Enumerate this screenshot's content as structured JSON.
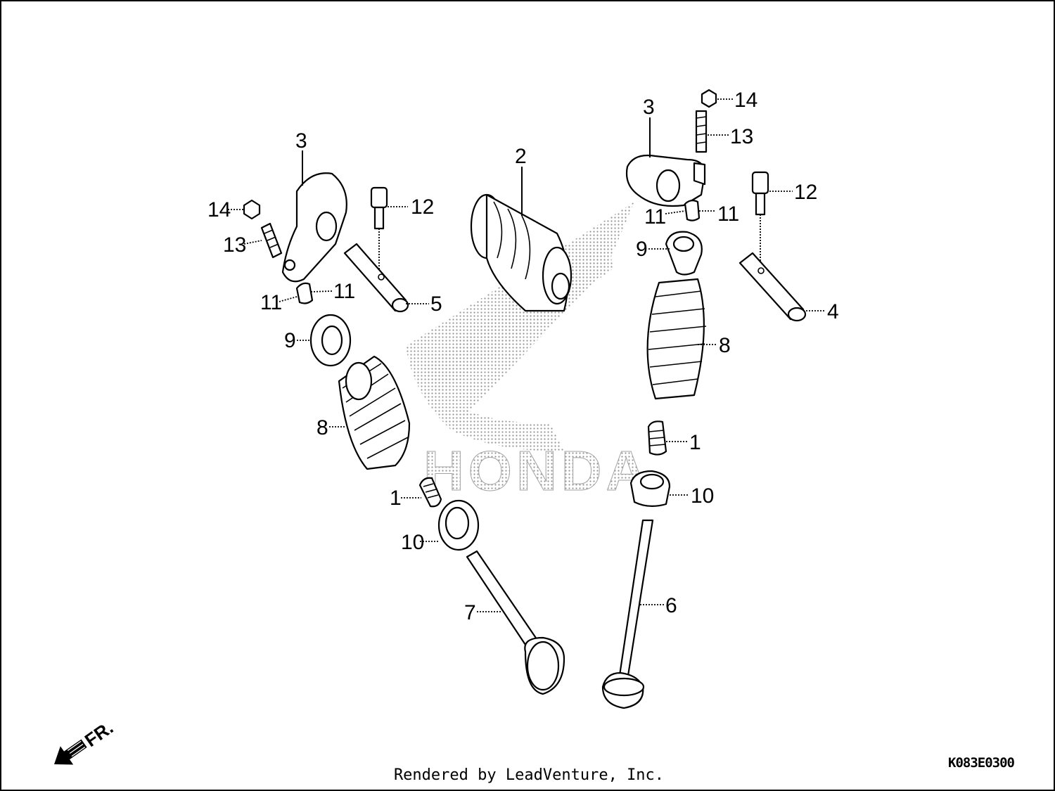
{
  "callouts": {
    "c1a": "1",
    "c1b": "1",
    "c2": "2",
    "c3a": "3",
    "c3b": "3",
    "c4": "4",
    "c5": "5",
    "c6": "6",
    "c7": "7",
    "c8a": "8",
    "c8b": "8",
    "c9a": "9",
    "c9b": "9",
    "c10a": "10",
    "c10b": "10",
    "c11a": "11",
    "c11b": "11",
    "c11c": "11",
    "c11d": "11",
    "c12a": "12",
    "c12b": "12",
    "c13a": "13",
    "c13b": "13",
    "c14a": "14",
    "c14b": "14"
  },
  "front_indicator": "FR.",
  "watermark_text": "HONDA",
  "footer": {
    "credit": "Rendered by LeadVenture, Inc.",
    "diagram_code": "K083E0300"
  },
  "colors": {
    "ink": "#000000",
    "background": "#ffffff",
    "watermark": "#888888"
  },
  "icons": [
    "front-direction-arrow-icon",
    "honda-wing-watermark-icon"
  ]
}
